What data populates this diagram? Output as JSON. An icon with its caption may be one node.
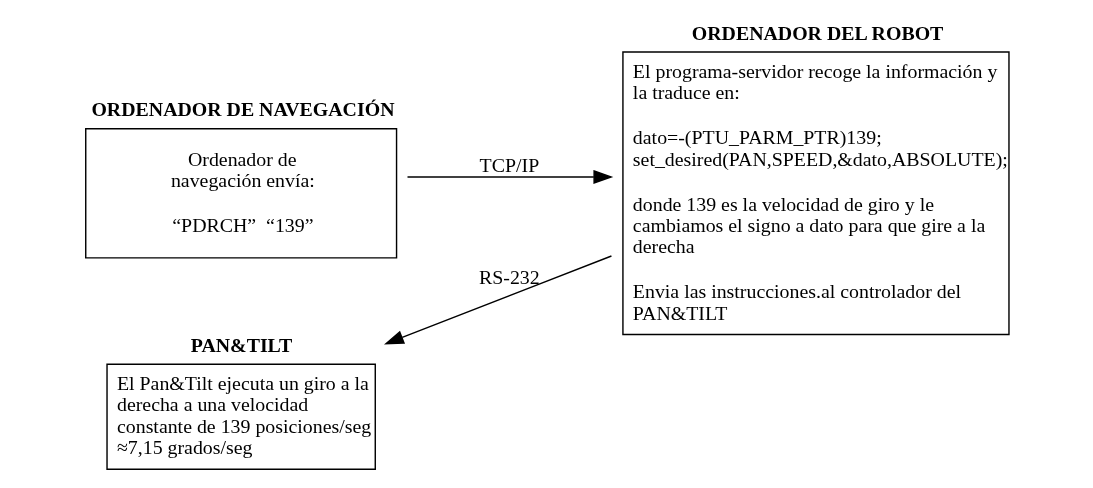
{
  "diagram": {
    "nodes": [
      {
        "text": [
          "ORDENADOR DE NAVEGACIÓN",
          "Ordenador de navegación envía:",
          "“PDRCH”  “139”"
        ]
      },
      {
        "text": [
          "ORDENADOR DEL ROBOT",
          "El programa-servidor recoge la información y la traduce en:",
          "dato=-(PTU_PARM_PTR)139; set_desired(PAN,SPEED,&dato,ABSOLUTE);",
          "donde 139 es la velocidad de giro y le cambiamos el signo a dato para que gire a la derecha",
          "Envia las instrucciones.al controlador del PAN&TILT"
        ]
      },
      {
        "text": [
          "PAN&TILT",
          "El Pan&Tilt ejecuta un giro a la derecha a una velocidad constante de 139 posiciones/seg ≈7,15 grados/seg"
        ]
      }
    ],
    "edges": [
      {
        "from": 0,
        "to": 1,
        "arrow": "to",
        "label": "TCP/IP"
      },
      {
        "from": 1,
        "to": 2,
        "arrow": "to",
        "label": "RS-232"
      }
    ]
  }
}
